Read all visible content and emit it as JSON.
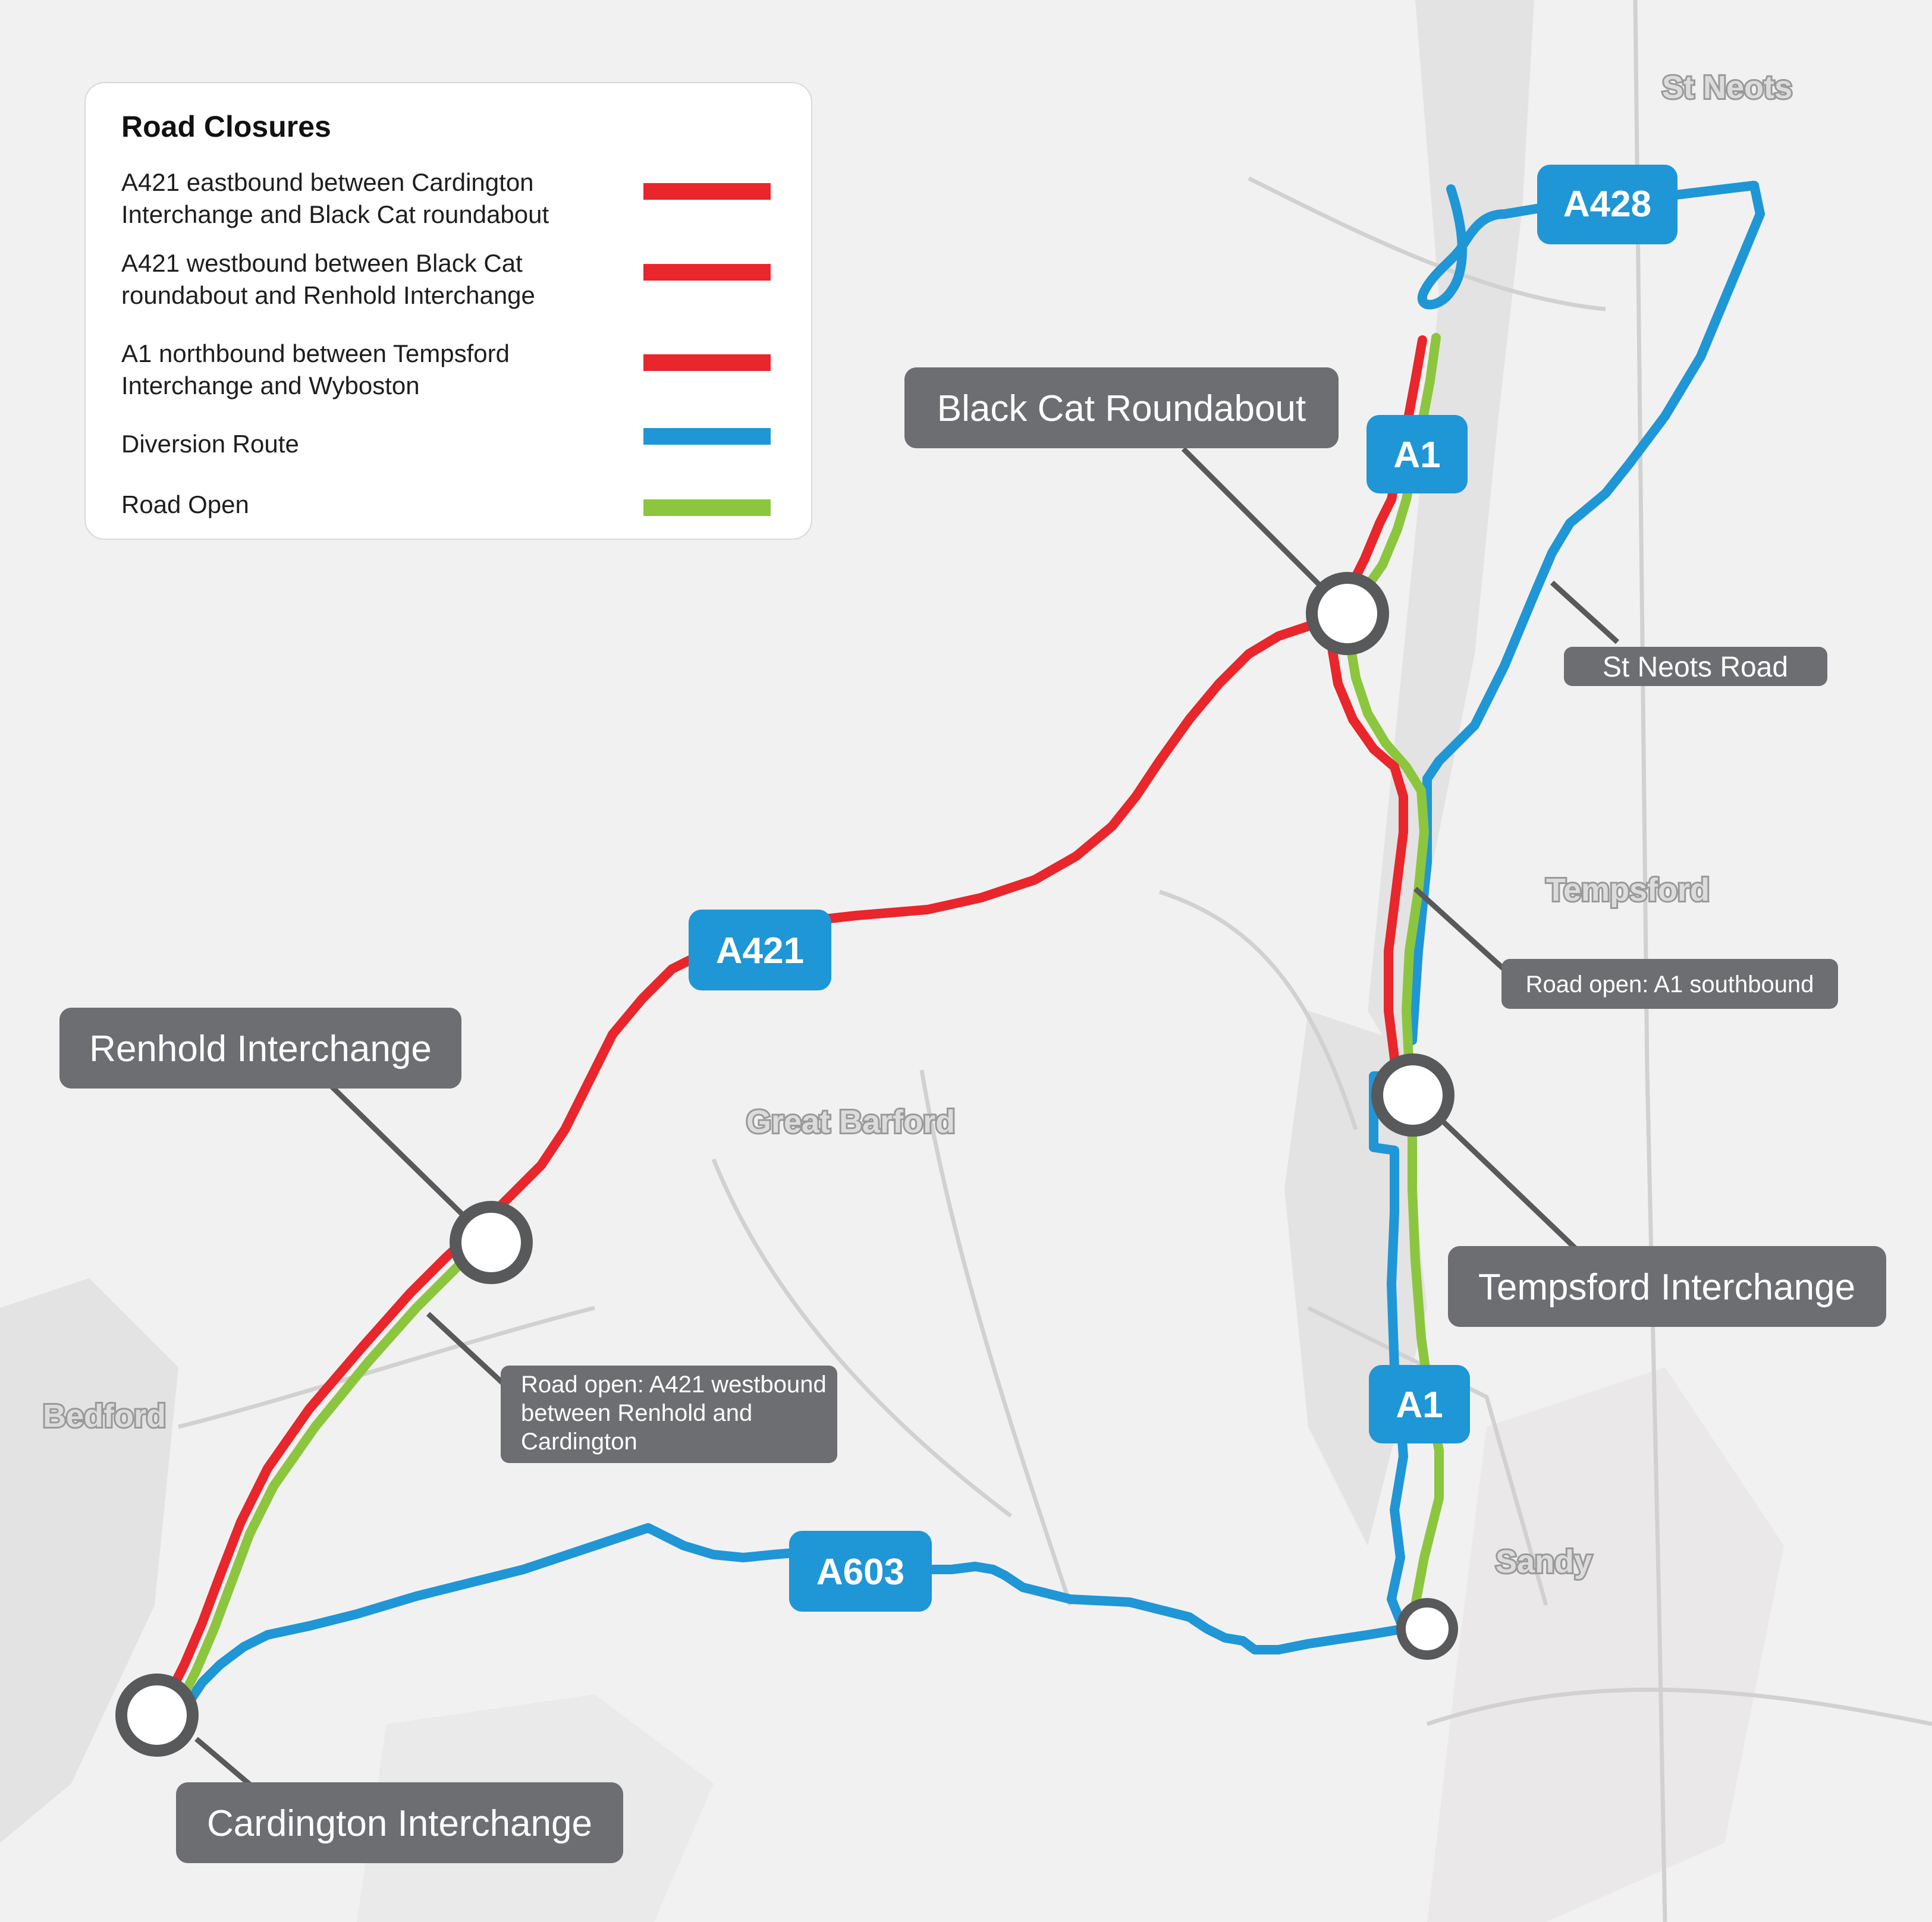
{
  "legend": {
    "title": "Road Closures",
    "items": [
      {
        "lines": [
          "A421  eastbound  between  Cardington",
          "Interchange and Black Cat roundabout"
        ],
        "color": "#e8262b"
      },
      {
        "lines": [
          "A421 westbound between Black Cat",
          "roundabout and Renhold Interchange"
        ],
        "color": "#e8262b"
      },
      {
        "lines": [
          "A1 northbound between Tempsford",
          "Interchange and Wyboston"
        ],
        "color": "#e8262b"
      },
      {
        "lines": [
          "Diversion Route"
        ],
        "color": "#1f96d6"
      },
      {
        "lines": [
          "Road Open"
        ],
        "color": "#8cc63f"
      }
    ]
  },
  "places": {
    "st_neots": "St Neots",
    "tempsford": "Tempsford",
    "great_barford": "Great Barford",
    "bedford": "Bedford",
    "sandy": "Sandy"
  },
  "shields": {
    "a428": "A428",
    "a1_north": "A1",
    "a421": "A421",
    "a1_south": "A1",
    "a603": "A603"
  },
  "callouts": {
    "black_cat": "Black Cat Roundabout",
    "renhold": "Renhold Interchange",
    "tempsford_interchange": "Tempsford Interchange",
    "cardington": "Cardington Interchange",
    "st_neots_road": "St Neots Road",
    "a1_southbound": "Road open: A1 southbound",
    "a421_westbound": [
      "Road open: A421 westbound",
      "between Renhold and",
      "Cardington"
    ]
  },
  "colors": {
    "closure": "#e8262b",
    "diversion": "#1f96d6",
    "open": "#8cc63f",
    "callout_bg": "#6d6e71",
    "node_ring": "#58595b"
  }
}
